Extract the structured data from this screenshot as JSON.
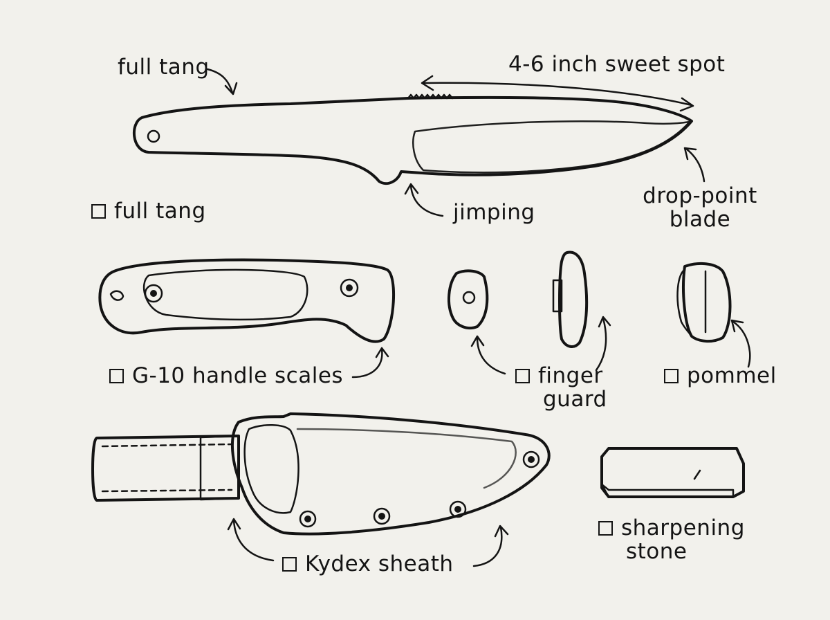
{
  "labels": {
    "callout_full_tang": "full tang",
    "callout_sweet_spot": "4-6 inch sweet spot",
    "callout_jimping": "jimping",
    "callout_drop_point_line1": "drop-point",
    "callout_drop_point_line2": "blade"
  },
  "checklist": {
    "full_tang": "full tang",
    "handle_scales": "G-10 handle scales",
    "finger_guard_line1": "finger",
    "finger_guard_line2": "guard",
    "pommel": "pommel",
    "kydex_sheath": "Kydex sheath",
    "sharpening_stone_line1": "sharpening",
    "sharpening_stone_line2": "stone"
  },
  "icons": [
    "checkbox-icon",
    "arrow-icon"
  ],
  "colors": {
    "paper": "#f2f1ec",
    "ink": "#141414"
  }
}
